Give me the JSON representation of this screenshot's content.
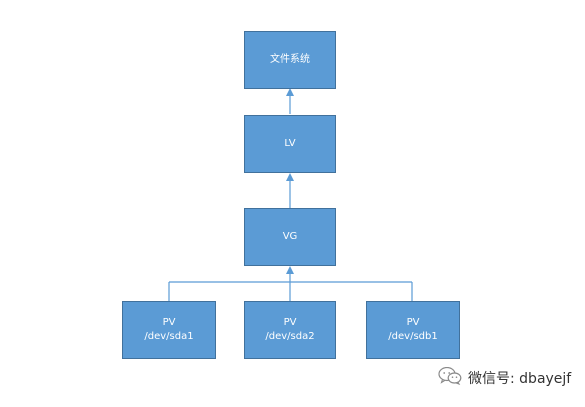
{
  "diagram": {
    "nodes": {
      "filesystem": {
        "label": "文件系统"
      },
      "lv": {
        "label": "LV"
      },
      "vg": {
        "label": "VG"
      },
      "pv1": {
        "type": "PV",
        "device": "/dev/sda1"
      },
      "pv2": {
        "type": "PV",
        "device": "/dev/sda2"
      },
      "pv3": {
        "type": "PV",
        "device": "/dev/sdb1"
      }
    },
    "edges": [
      {
        "from": "lv",
        "to": "filesystem"
      },
      {
        "from": "vg",
        "to": "lv"
      },
      {
        "from": "pv1",
        "to": "vg"
      },
      {
        "from": "pv2",
        "to": "vg"
      },
      {
        "from": "pv3",
        "to": "vg"
      }
    ],
    "colors": {
      "node_fill": "#5b9bd5",
      "node_border": "#41719c",
      "connector": "#5b9bd5",
      "node_text": "#ffffff"
    }
  },
  "watermark": {
    "icon": "wechat-icon",
    "text": "微信号: dbayejf"
  }
}
